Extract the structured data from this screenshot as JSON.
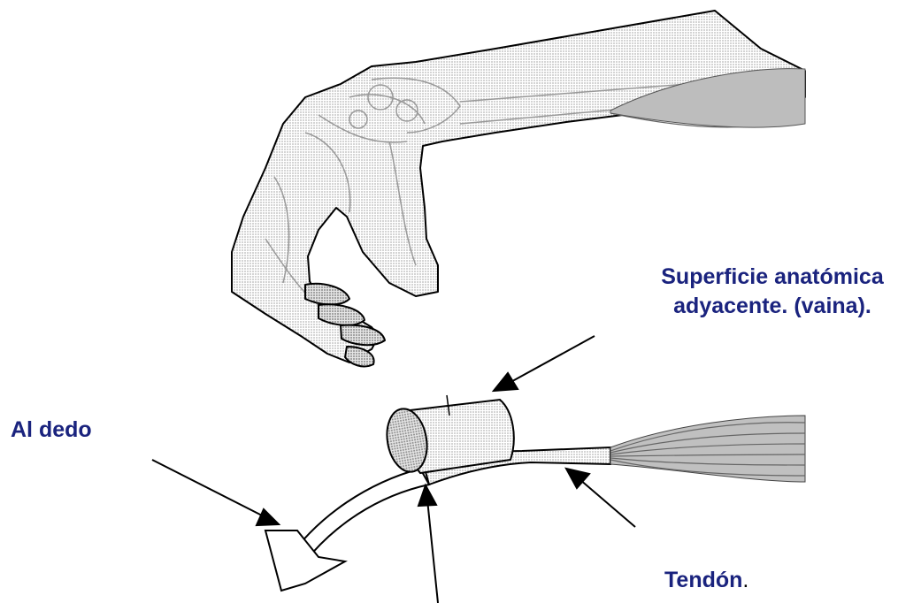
{
  "colors": {
    "label": "#1a237e",
    "line": "#000000",
    "fill": "#c8c8c8"
  },
  "labels": {
    "sheath_line1": "Superficie anatómica",
    "sheath_line2": "adyacente. (vaina).",
    "finger": "Al dedo",
    "tendon": "Tendón",
    "tendon_period": "."
  }
}
